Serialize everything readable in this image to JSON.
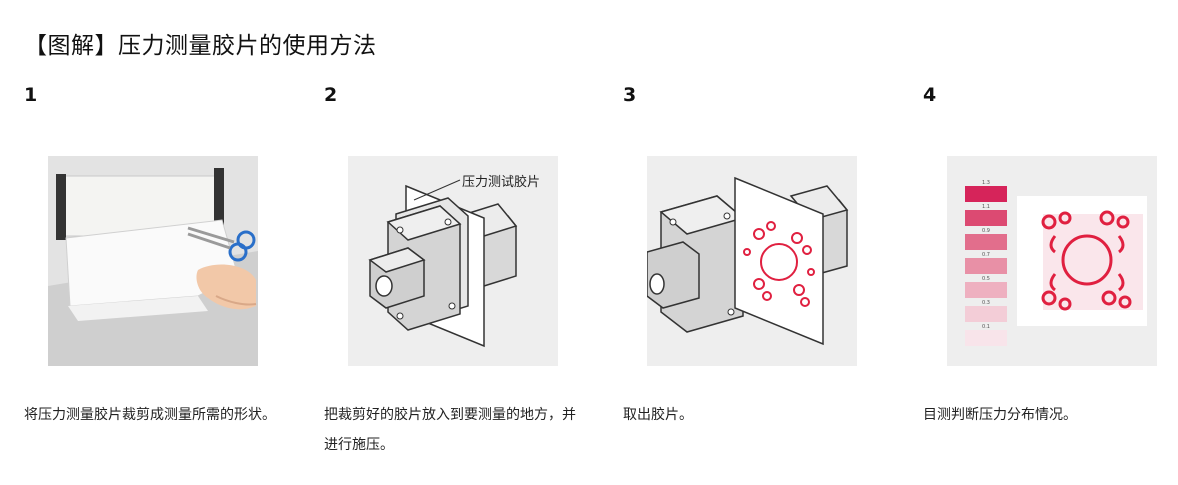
{
  "page_title": "【图解】压力测量胶片的使用方法",
  "steps": [
    {
      "number": "1",
      "description": "将压力测量胶片裁剪成测量所需的形状。"
    },
    {
      "number": "2",
      "description": "把裁剪好的胶片放入到要测量的地方，并进行施压。",
      "callout": "压力测试胶片"
    },
    {
      "number": "3",
      "description": "取出胶片。"
    },
    {
      "number": "4",
      "description": "目测判断压力分布情况。",
      "scale_labels": [
        "1.3",
        "1.1",
        "0.9",
        "0.7",
        "0.5",
        "0.3",
        "0.1"
      ]
    }
  ],
  "colors": {
    "magenta": "#d6245a",
    "red_mark": "#e02040",
    "panel_bg": "#eeeeee"
  },
  "icons": [
    "scissors-icon",
    "film-roll-icon",
    "flange-block-icon",
    "pressure-pattern-icon",
    "color-scale-icon"
  ]
}
